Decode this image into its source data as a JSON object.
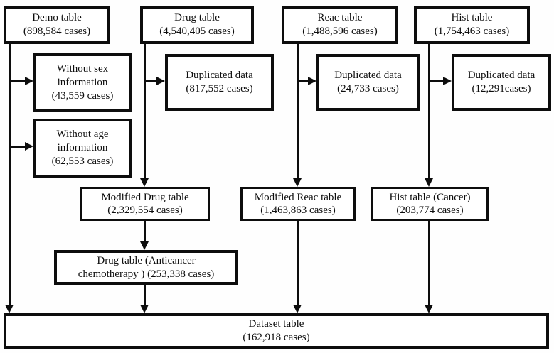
{
  "figure": {
    "type": "flowchart",
    "colors": {
      "line": "#0d0d0d",
      "box_fill": "#ffffff",
      "background": "#fefefe"
    }
  },
  "boxes": {
    "demo": {
      "title": "Demo table",
      "count": "(898,584 cases)"
    },
    "drug": {
      "title": "Drug table",
      "count": "(4,540,405 cases)"
    },
    "reac": {
      "title": "Reac table",
      "count": "(1,488,596 cases)"
    },
    "hist": {
      "title": "Hist table",
      "count": "(1,754,463 cases)"
    },
    "without_sex": {
      "title": "Without sex information",
      "count": "(43,559 cases)"
    },
    "dup_drug": {
      "title": "Duplicated data",
      "count": "(817,552 cases)"
    },
    "dup_reac": {
      "title": "Duplicated data",
      "count": "(24,733 cases)"
    },
    "dup_hist": {
      "title": "Duplicated data",
      "count": "(12,291cases)"
    },
    "without_age": {
      "title": "Without age information",
      "count": "(62,553 cases)"
    },
    "mod_drug": {
      "title": "Modified Drug table",
      "count": "(2,329,554 cases)"
    },
    "mod_reac": {
      "title": "Modified Reac table",
      "count": "(1,463,863 cases)"
    },
    "hist_cancer": {
      "title": "Hist table (Cancer)",
      "count": "(203,774 cases)"
    },
    "anticancer": {
      "line1": "Drug table (Anticancer",
      "line2": "chemotherapy ) (253,338 cases)"
    },
    "dataset": {
      "title": "Dataset table",
      "count": "(162,918 cases)"
    }
  },
  "edges": [
    {
      "from": "demo",
      "to": "without_sex"
    },
    {
      "from": "demo",
      "to": "without_age"
    },
    {
      "from": "demo",
      "to": "dataset"
    },
    {
      "from": "drug",
      "to": "dup_drug"
    },
    {
      "from": "drug",
      "to": "mod_drug"
    },
    {
      "from": "mod_drug",
      "to": "anticancer"
    },
    {
      "from": "anticancer",
      "to": "dataset"
    },
    {
      "from": "reac",
      "to": "dup_reac"
    },
    {
      "from": "reac",
      "to": "mod_reac"
    },
    {
      "from": "mod_reac",
      "to": "dataset"
    },
    {
      "from": "hist",
      "to": "dup_hist"
    },
    {
      "from": "hist",
      "to": "hist_cancer"
    },
    {
      "from": "hist_cancer",
      "to": "dataset"
    }
  ]
}
